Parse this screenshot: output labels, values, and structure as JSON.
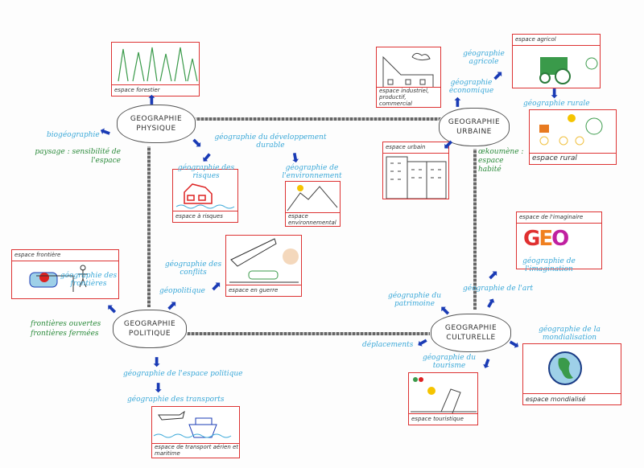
{
  "hubs": {
    "physique": "GEOGRAPHIE PHYSIQUE",
    "urbaine": "GEOGRAPHIE URBAINE",
    "politique": "GEOGRAPHIE POLITIQUE",
    "culturelle": "GEOGRAPHIE CULTURELLE"
  },
  "physique": {
    "forest_label": "espace forestier",
    "biogeographie": "biogéographie",
    "paysage": "paysage : sensibilité de l'espace",
    "developpement": "géographie du développement durable",
    "risques_title": "géographie des risques",
    "risques_label": "espace à risques",
    "environnement_title": "géographie de l'environnement",
    "environnement_label": "espace environnemental"
  },
  "urbaine": {
    "industriel_label": "espace industriel, productif, commercial",
    "economique": "géographie économique",
    "agricole": "géographie agricole",
    "agricol_label": "espace agricol",
    "rurale": "géographie rurale",
    "rural_label": "espace rural",
    "urbain_label": "espace urbain",
    "oekoumene": "œkoumène : espace habité"
  },
  "politique": {
    "frontiere_label": "espace frontière",
    "frontieres": "géographie des frontières",
    "ouvertes": "frontières ouvertes",
    "fermees": "frontières fermées",
    "geopolitique": "géopolitique",
    "conflits": "géographie des conflits",
    "guerre_label": "espace en guerre",
    "espace_politique": "géographie de l'espace politique",
    "transports": "géographie des transports",
    "transport_label": "espace de transport aérien et maritime"
  },
  "culturelle": {
    "imaginaire_label": "espace de l'imaginaire",
    "imagination": "géographie de l'imagination",
    "art": "géographie de l'art",
    "patrimoine": "géographie du patrimoine",
    "deplacements": "déplacements",
    "mondialisation": "géographie de la mondialisation",
    "mondialise_label": "espace mondialisé",
    "tourisme": "géographie du tourisme",
    "touristique_label": "espace touristique",
    "geo_logo": "GEO"
  }
}
